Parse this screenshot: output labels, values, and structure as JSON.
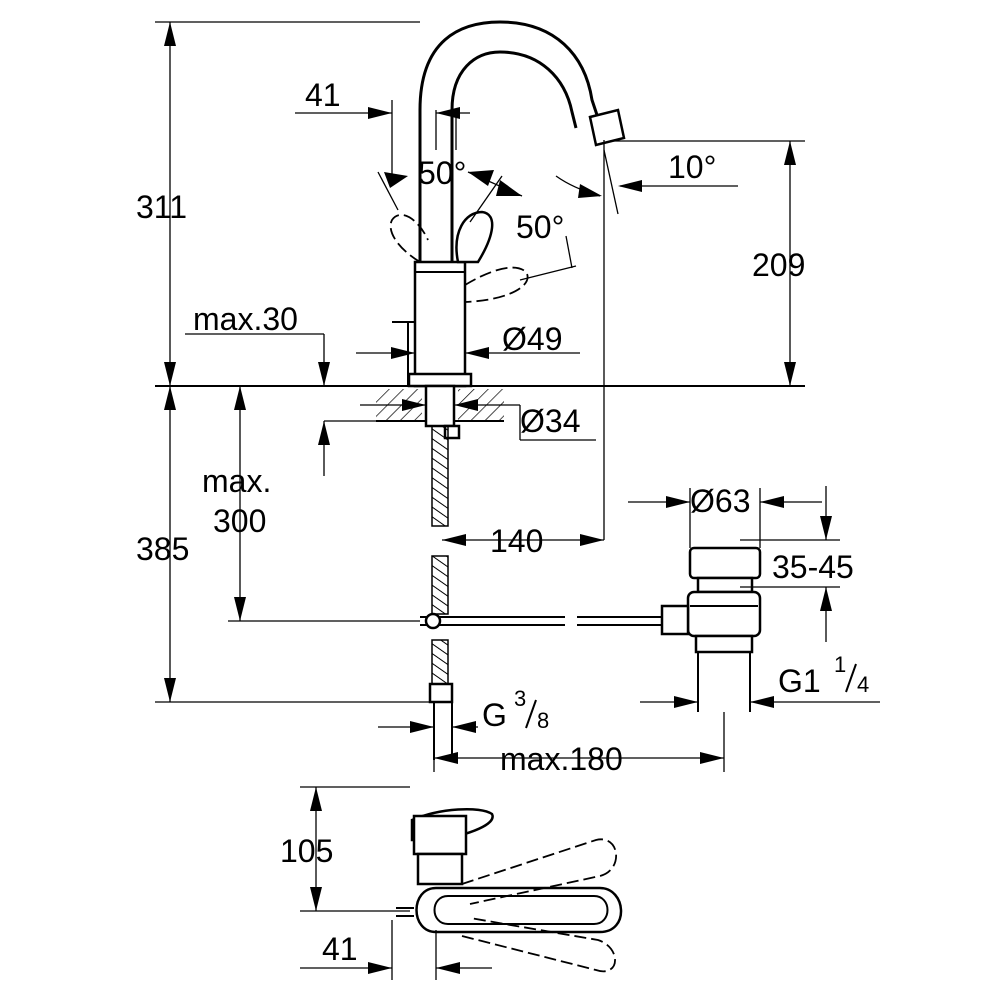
{
  "dimensions": {
    "total_height": "311",
    "lever_offset_top": "41",
    "lever_angle_left": "50°",
    "lever_angle_right": "50°",
    "spout_angle": "10°",
    "spout_height": "209",
    "deck_thickness": "max.30",
    "body_diameter": "Ø49",
    "hole_diameter": "Ø34",
    "hose_length_line1": "max.",
    "hose_length_line2": "300",
    "spout_reach": "140",
    "below_deck": "385",
    "waste_diameter": "Ø63",
    "waste_range": "35-45",
    "waste_thread_main": "G1",
    "waste_thread_num": "1",
    "waste_thread_den": "4",
    "supply_thread_main": "G",
    "supply_thread_num": "3",
    "supply_thread_den": "8",
    "max_offset": "max.180",
    "plan_depth": "105",
    "plan_offset": "41"
  }
}
